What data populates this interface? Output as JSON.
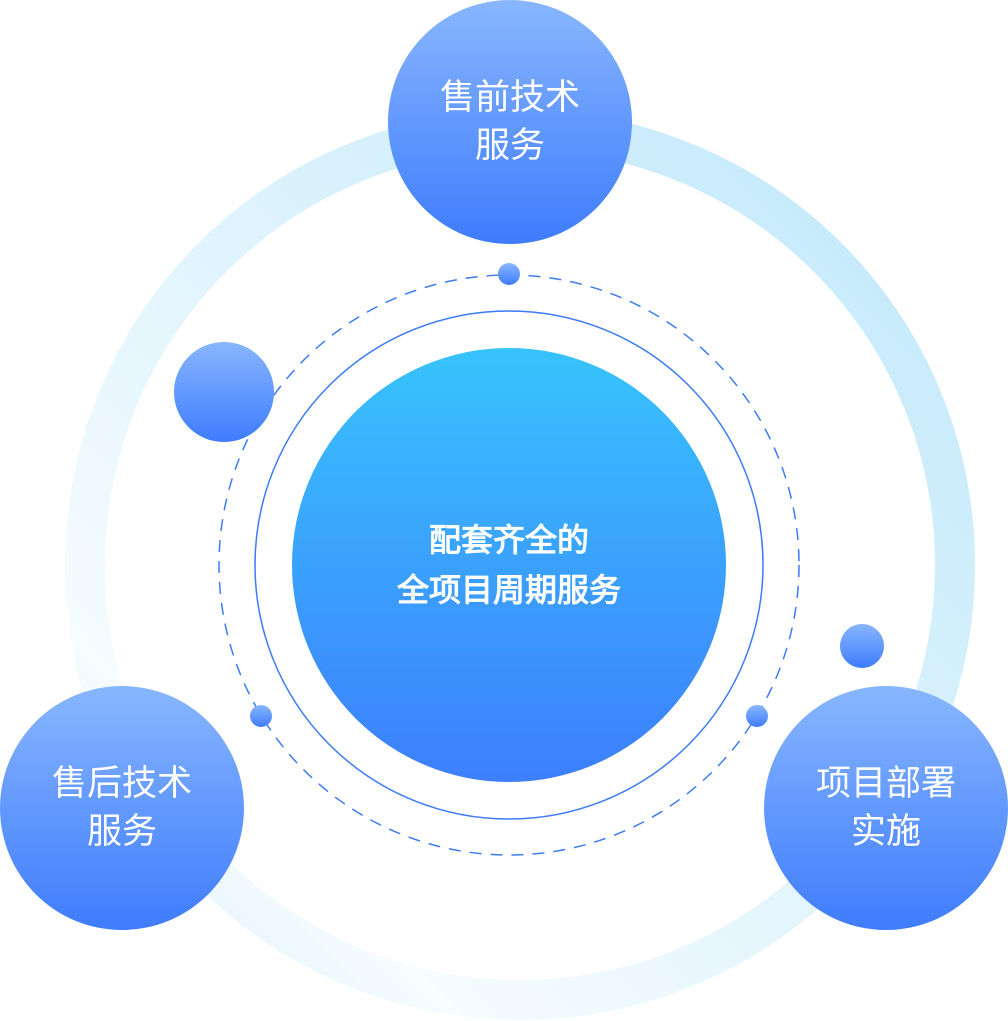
{
  "center": {
    "line1": "配套齐全的",
    "line2": "全项目周期服务"
  },
  "nodes": [
    {
      "line1": "售前技术",
      "line2": "服务"
    },
    {
      "line1": "售后技术",
      "line2": "服务"
    },
    {
      "line1": "项目部署",
      "line2": "实施"
    }
  ],
  "colors": {
    "ring": "#c6eafb",
    "center_top": "#38c3fd",
    "center_bottom": "#3d7ffd",
    "node_top": "#86b4fd",
    "node_bottom": "#3e7dfd",
    "line": "#3d7bf7"
  }
}
